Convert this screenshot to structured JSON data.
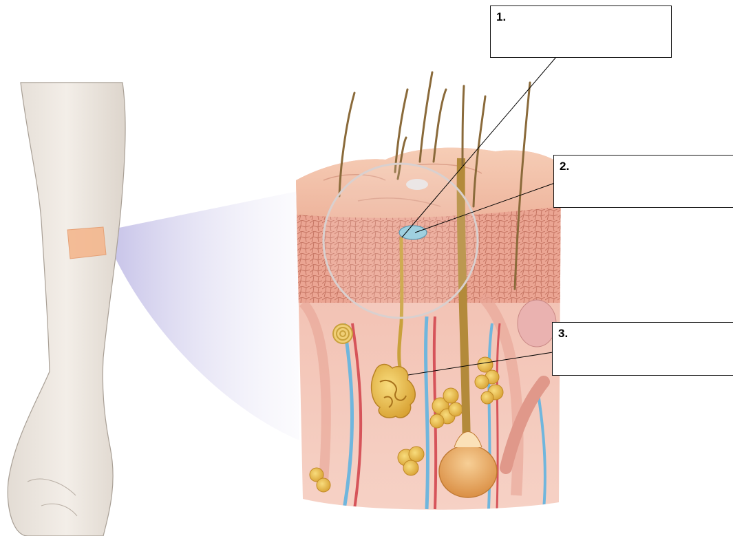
{
  "labels": [
    {
      "number": "1.",
      "text": ""
    },
    {
      "number": "2.",
      "text": ""
    },
    {
      "number": "3.",
      "text": ""
    }
  ],
  "colors": {
    "skin": "#f2c4ac",
    "skin_dark": "#e49a86",
    "nerve": "#c9a13b",
    "fat": "#e8b845",
    "vein": "#6fb6dd",
    "artery": "#d6545a",
    "corpuscle": "#9fd0df",
    "bandage": "#f4b78e",
    "projection": "#c6c3e8"
  }
}
